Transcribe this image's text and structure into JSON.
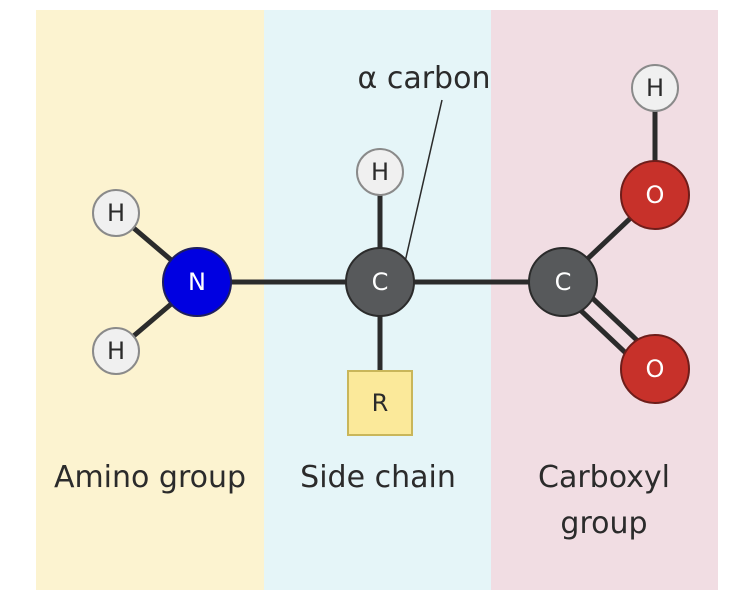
{
  "regions": {
    "amino": {
      "label": "Amino group",
      "color": "#fcf3d0"
    },
    "side_chain": {
      "label": "Side chain",
      "color": "#e5f5f8"
    },
    "carboxyl": {
      "label_line1": "Carboxyl",
      "label_line2": "group",
      "color": "#f1dde3"
    }
  },
  "annotation": {
    "alpha_carbon": "α carbon"
  },
  "atoms": {
    "nitrogen": {
      "symbol": "N",
      "color": "#0000e1"
    },
    "alpha_carbon": {
      "symbol": "C",
      "color": "#57595b"
    },
    "carboxyl_carbon": {
      "symbol": "C",
      "color": "#57595b"
    },
    "hydroxyl_oxygen": {
      "symbol": "O",
      "color": "#c7312a"
    },
    "carbonyl_oxygen": {
      "symbol": "O",
      "color": "#c7312a"
    },
    "amino_hydrogen_top": {
      "symbol": "H",
      "color": "#f0f0f0"
    },
    "amino_hydrogen_bottom": {
      "symbol": "H",
      "color": "#f0f0f0"
    },
    "alpha_hydrogen": {
      "symbol": "H",
      "color": "#f0f0f0"
    },
    "hydroxyl_hydrogen": {
      "symbol": "H",
      "color": "#f0f0f0"
    }
  },
  "r_group": {
    "symbol": "R",
    "color": "#fbe99a"
  }
}
